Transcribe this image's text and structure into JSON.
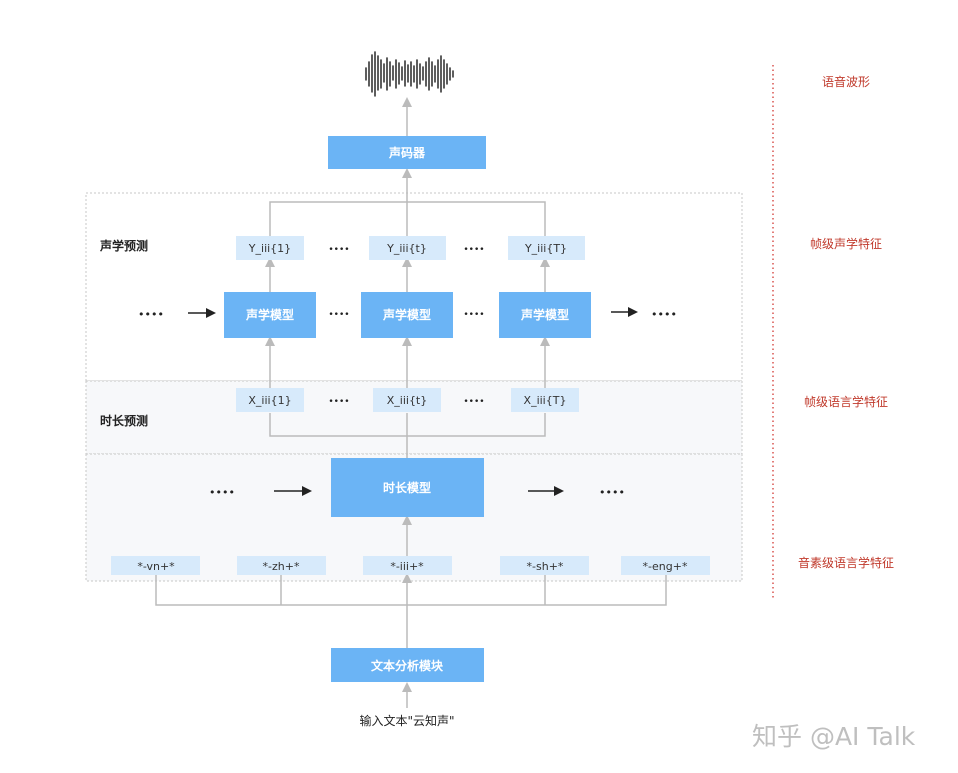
{
  "title_right": {
    "waveform_label": "语音波形",
    "frame_acoustic_label": "帧级声学特征",
    "frame_linguistic_label": "帧级语言学特征",
    "phone_linguistic_label": "音素级语言学特征"
  },
  "blocks": {
    "vocoder": "声码器",
    "acoustic_model": "声学模型",
    "duration_model": "时长模型",
    "text_analysis": "文本分析模块"
  },
  "sections": {
    "acoustic_prediction": "声学预测",
    "duration_prediction": "时长预测"
  },
  "y_features": [
    "Y_iii{1}",
    "Y_iii{t}",
    "Y_iii{T}"
  ],
  "x_features": [
    "X_iii{1}",
    "X_iii{t}",
    "X_iii{T}"
  ],
  "phonemes": [
    "*-vn+*",
    "*-zh+*",
    "*-iii+*",
    "*-sh+*",
    "*-eng+*"
  ],
  "ellipsis": "••••",
  "input_text": "输入文本\"云知声\"",
  "watermark": "知乎 @AI Talk",
  "colors": {
    "dark_box": "#6bb4f5",
    "light_box": "#d7eafb",
    "red_text": "#c0392b",
    "gray_line": "#bbbbbb"
  }
}
